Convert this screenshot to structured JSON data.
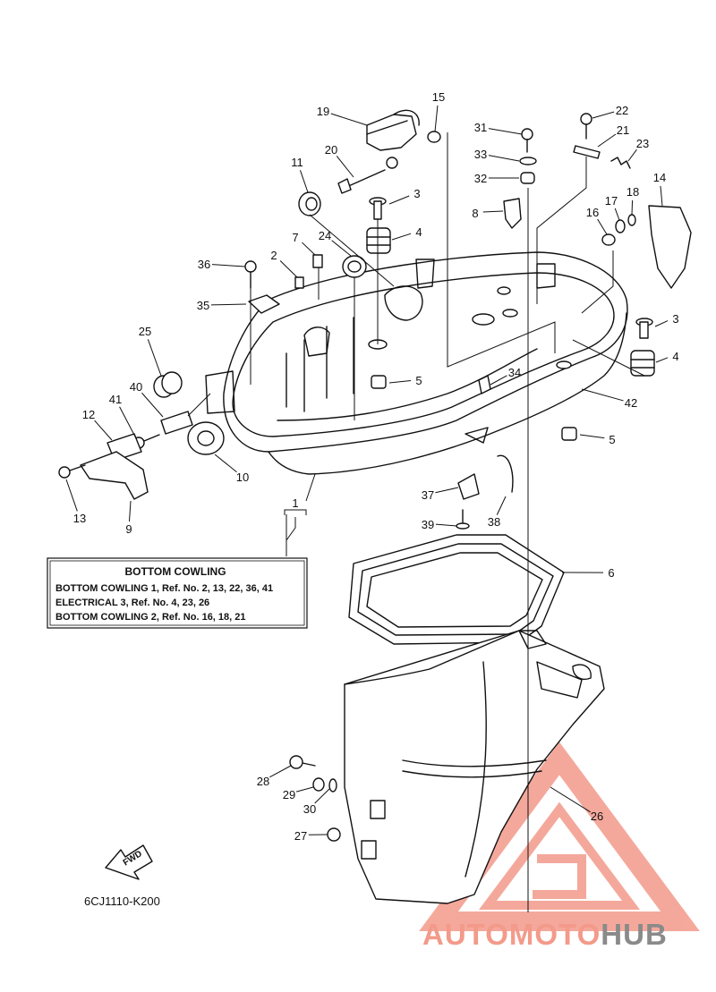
{
  "diagram": {
    "code": "6CJ1110-K200",
    "fwd_label": "FWD",
    "assembly_ref": "1"
  },
  "legend": {
    "title": "BOTTOM COWLING",
    "lines": [
      "BOTTOM COWLING 1,  Ref. No. 2, 13, 22, 36, 41",
      "ELECTRICAL 3,  Ref. No. 4, 23, 26",
      "BOTTOM COWLING 2,  Ref. No. 16, 18, 21"
    ]
  },
  "callouts": [
    {
      "id": "c2",
      "text": "2"
    },
    {
      "id": "c3a",
      "text": "3"
    },
    {
      "id": "c3b",
      "text": "3"
    },
    {
      "id": "c4a",
      "text": "4"
    },
    {
      "id": "c4b",
      "text": "4"
    },
    {
      "id": "c5a",
      "text": "5"
    },
    {
      "id": "c5b",
      "text": "5"
    },
    {
      "id": "c6",
      "text": "6"
    },
    {
      "id": "c7",
      "text": "7"
    },
    {
      "id": "c8",
      "text": "8"
    },
    {
      "id": "c9",
      "text": "9"
    },
    {
      "id": "c10",
      "text": "10"
    },
    {
      "id": "c11",
      "text": "11"
    },
    {
      "id": "c12",
      "text": "12"
    },
    {
      "id": "c13",
      "text": "13"
    },
    {
      "id": "c14",
      "text": "14"
    },
    {
      "id": "c15",
      "text": "15"
    },
    {
      "id": "c16",
      "text": "16"
    },
    {
      "id": "c17",
      "text": "17"
    },
    {
      "id": "c18",
      "text": "18"
    },
    {
      "id": "c19",
      "text": "19"
    },
    {
      "id": "c20",
      "text": "20"
    },
    {
      "id": "c21",
      "text": "21"
    },
    {
      "id": "c22",
      "text": "22"
    },
    {
      "id": "c23",
      "text": "23"
    },
    {
      "id": "c24",
      "text": "24"
    },
    {
      "id": "c25",
      "text": "25"
    },
    {
      "id": "c26",
      "text": "26"
    },
    {
      "id": "c27",
      "text": "27"
    },
    {
      "id": "c28",
      "text": "28"
    },
    {
      "id": "c29",
      "text": "29"
    },
    {
      "id": "c30",
      "text": "30"
    },
    {
      "id": "c31",
      "text": "31"
    },
    {
      "id": "c32",
      "text": "32"
    },
    {
      "id": "c33",
      "text": "33"
    },
    {
      "id": "c34",
      "text": "34"
    },
    {
      "id": "c35",
      "text": "35"
    },
    {
      "id": "c36",
      "text": "36"
    },
    {
      "id": "c37",
      "text": "37"
    },
    {
      "id": "c38",
      "text": "38"
    },
    {
      "id": "c39",
      "text": "39"
    },
    {
      "id": "c40",
      "text": "40"
    },
    {
      "id": "c41",
      "text": "41"
    },
    {
      "id": "c42",
      "text": "42"
    }
  ],
  "watermark": {
    "part1": "AUTOMOTO",
    "part2": "HUB",
    "color_primary": "#f39a8a",
    "color_secondary": "#8a8a8a"
  }
}
